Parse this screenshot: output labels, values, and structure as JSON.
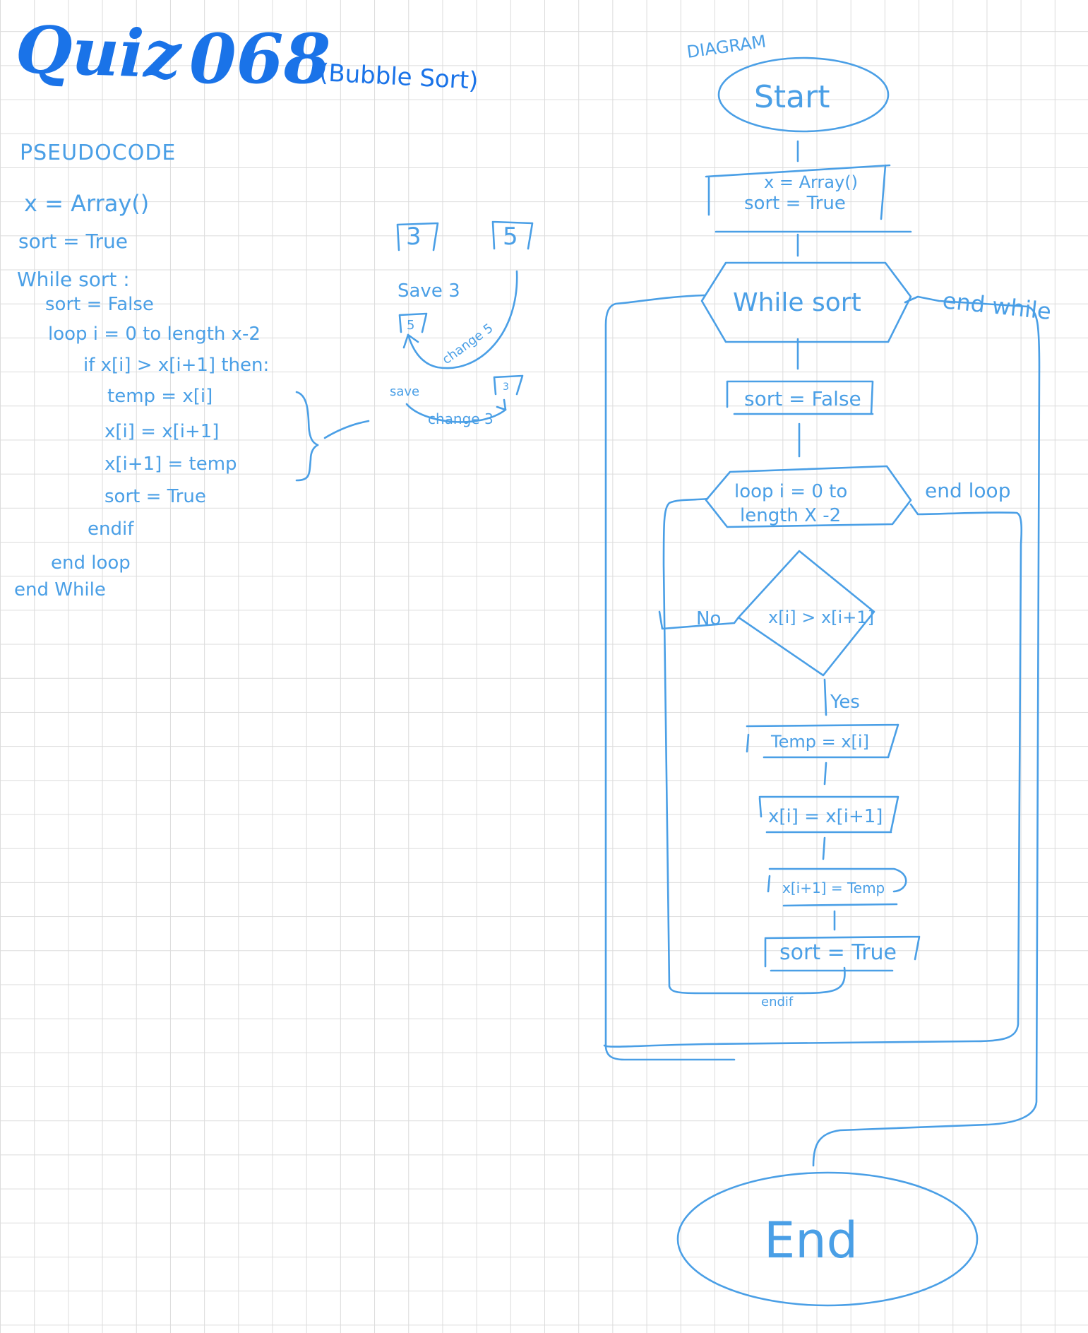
{
  "header": {
    "title_quiz": "Quiz",
    "title_number": "068",
    "subtitle": "(Bubble Sort)"
  },
  "pseudocode": {
    "heading": "PSEUDOCODE",
    "lines": [
      "x = Array()",
      "sort = True",
      "While sort :",
      "sort = False",
      "loop i = 0 to length x-2",
      "if x[i] > x[i+1] then:",
      "temp = x[i]",
      "x[i] = x[i+1]",
      "x[i+1] = temp",
      "sort = True",
      "endif",
      "end loop",
      "end While"
    ]
  },
  "swap_sketch": {
    "box_a": "3",
    "box_b": "5",
    "save_3": "Save 3",
    "box_5_small": "5",
    "change_5": "change 5",
    "save": "save",
    "box_3_small": "3",
    "change_3": "change 3"
  },
  "diagram": {
    "heading": "DIAGRAM",
    "start": "Start",
    "init_line1": "x = Array()",
    "init_line2": "sort = True",
    "while": "While sort",
    "end_while": "end while",
    "sort_false": "sort = False",
    "loop_line1": "loop i = 0 to",
    "loop_line2": "length X -2",
    "end_loop": "end loop",
    "condition": "x[i] > x[i+1]",
    "no": "No",
    "yes": "Yes",
    "temp": "Temp = x[i]",
    "assign": "x[i] = x[i+1]",
    "assign_temp": "x[i+1] = Temp",
    "sort_true": "sort = True",
    "endif": "endif",
    "end": "End"
  },
  "colors": {
    "title_ink": "#1a73e8",
    "ink": "#4a9fe6",
    "grid": "#dcdcdc"
  }
}
